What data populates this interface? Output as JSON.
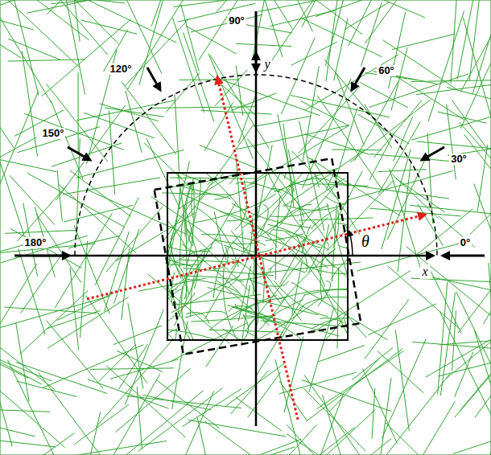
{
  "diagram": {
    "labels": [
      "90°",
      "120°",
      "60°",
      "150°",
      "30°",
      "180°",
      "0°",
      "y",
      "x",
      "θ"
    ]
  }
}
